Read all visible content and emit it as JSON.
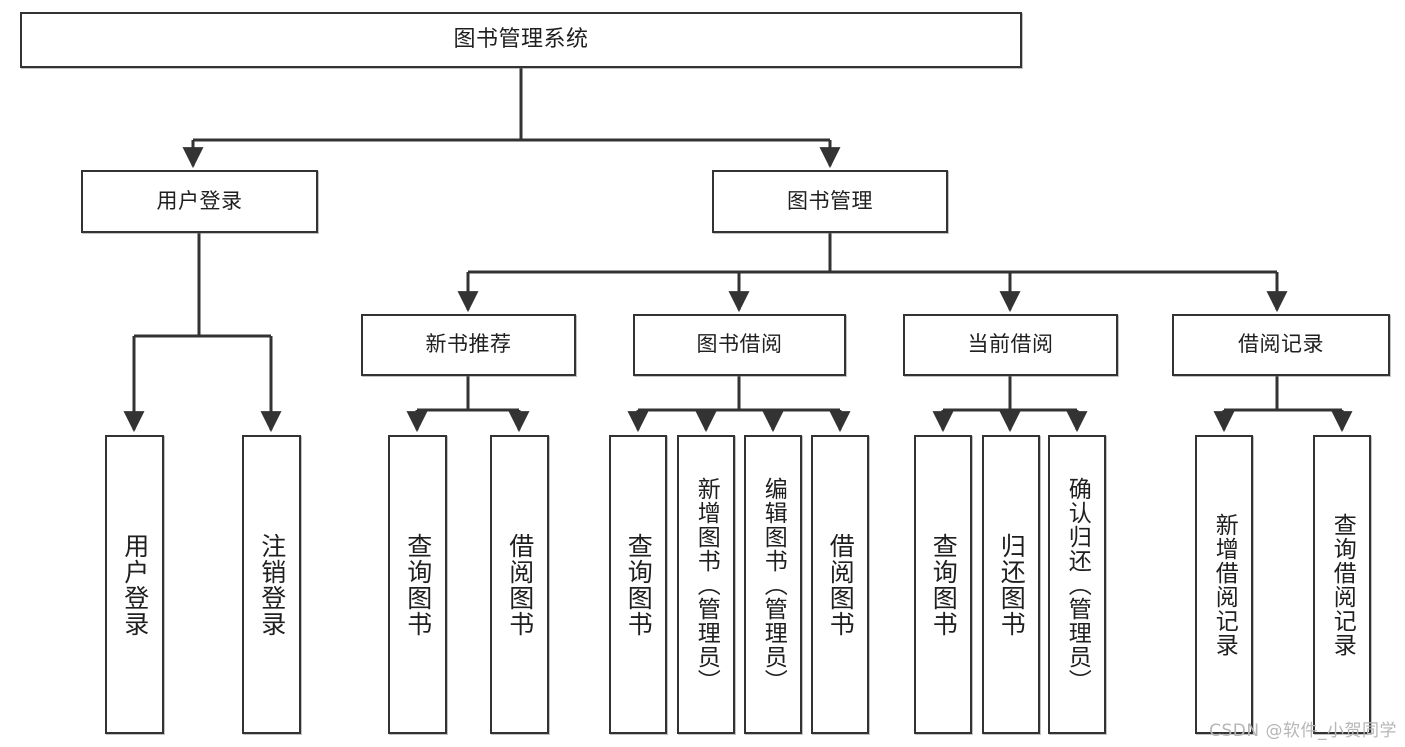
{
  "diagram": {
    "type": "tree",
    "title": "图书管理系统",
    "orientation": "top-down",
    "edge_style": "orthogonal-arrow",
    "colors": {
      "node_border": "#333333",
      "node_fill": "#ffffff",
      "edge": "#333333",
      "text": "#1f1f1f",
      "watermark": "#b6b6b6",
      "background": "#ffffff"
    }
  },
  "root": {
    "label": "图书管理系统"
  },
  "level2": [
    {
      "label": "用户登录"
    },
    {
      "label": "图书管理"
    }
  ],
  "level3": [
    {
      "label": "新书推荐"
    },
    {
      "label": "图书借阅"
    },
    {
      "label": "当前借阅"
    },
    {
      "label": "借阅记录"
    }
  ],
  "leaves": {
    "user_login": [
      {
        "label": "用户登录"
      },
      {
        "label": "注销登录"
      }
    ],
    "new_book": [
      {
        "label": "查询图书"
      },
      {
        "label": "借阅图书"
      }
    ],
    "book_borrow": [
      {
        "label": "查询图书"
      },
      {
        "label": "新增图书（管理员）"
      },
      {
        "label": "编辑图书（管理员）"
      },
      {
        "label": "借阅图书"
      }
    ],
    "current_borrow": [
      {
        "label": "查询图书"
      },
      {
        "label": "归还图书"
      },
      {
        "label": "确认归还（管理员）"
      }
    ],
    "borrow_record": [
      {
        "label": "新增借阅记录"
      },
      {
        "label": "查询借阅记录"
      }
    ]
  },
  "watermark": {
    "text": "CSDN @软件_小贺同学"
  }
}
